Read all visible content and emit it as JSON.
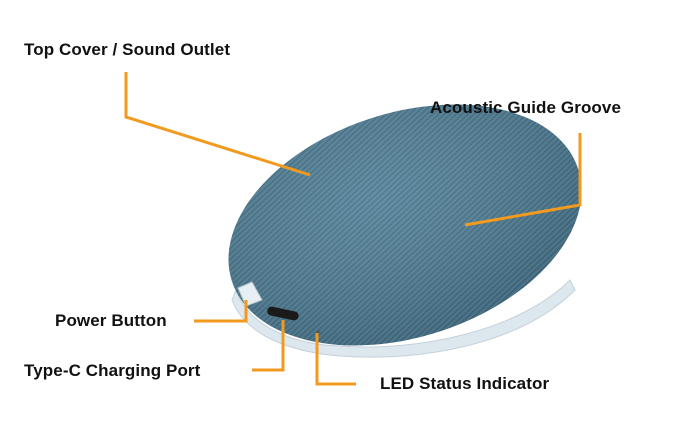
{
  "diagram": {
    "subject": "Round fabric-covered speaker, exploded callout diagram",
    "colors": {
      "background": "#ffffff",
      "leader_line": "#f29a1f",
      "fabric": "#4d7c94",
      "fabric_dark": "#3a6479",
      "base": "#dde7ee",
      "label_text": "#111111"
    },
    "labels": [
      {
        "id": "top-cover",
        "text": "Top Cover / Sound Outlet"
      },
      {
        "id": "acoustic-groove",
        "text": "Acoustic Guide Groove"
      },
      {
        "id": "power-button",
        "text": "Power Button"
      },
      {
        "id": "type-c-port",
        "text": "Type-C Charging Port"
      },
      {
        "id": "led-indicator",
        "text": "LED Status Indicator"
      }
    ]
  }
}
